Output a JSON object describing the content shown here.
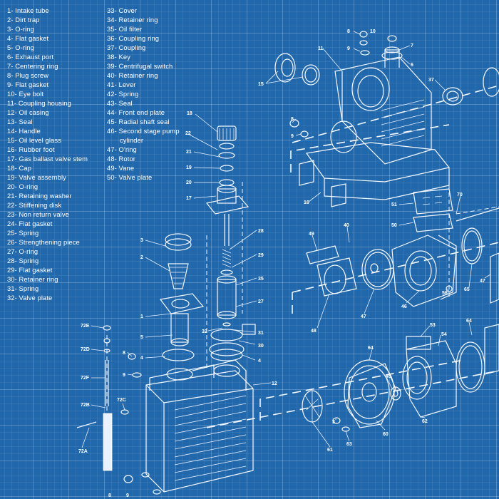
{
  "legend_left": [
    "1- Intake tube",
    "2- Dirt trap",
    "3- O-ring",
    "4- Flat gasket",
    "5- O-ring",
    "6- Exhaust port",
    "7- Centering ring",
    "8- Plug screw",
    "9- Flat gasket",
    "10- Eye bolt",
    "11- Coupling housing",
    "12- Oil casing",
    "13- Seal",
    "14- Handle",
    "15- Oil level glass",
    "16- Rubber foot",
    "17- Gas ballast valve stem",
    "18- Cap",
    "19- Valve assembly",
    "20- O-ring",
    "21- Retaining washer",
    "22- Stiffening disk",
    "23- Non return valve",
    "24- Flat gasket",
    "25- Spring",
    "26- Strengthening piece",
    "27- O-ring",
    "28- Spring",
    "29- Flat gasket",
    "30- Retainer ring",
    "31- Spring",
    "32- Valve plate"
  ],
  "legend_right": [
    "33- Cover",
    "34- Retainer ring",
    "35- Oil filter",
    "36- Coupling ring",
    "37- Coupling",
    "38- Key",
    "39- Centrifugal switch",
    "40- Retainer ring",
    "41- Lever",
    "42- Spring",
    "43- Seal",
    "44- Front end plate",
    "45- Radial shaft seal",
    "46- Second stage pump",
    "cylinder",
    "47- O'ring",
    "48- Rotor",
    "49- Vane",
    "50- Valve plate"
  ],
  "callouts": {
    "c18": "18",
    "c22": "22",
    "c21": "21",
    "c19": "19",
    "c20": "20",
    "c17": "17",
    "c28": "28",
    "c29": "29",
    "c35": "35",
    "c27": "27",
    "c31": "31",
    "c32": "32",
    "c30": "30",
    "c4b": "4",
    "c12": "12",
    "c3": "3",
    "c2": "2",
    "c1": "1",
    "c5": "5",
    "c4": "4",
    "c8a": "8",
    "c9a": "9",
    "c8b": "8",
    "c9b": "9",
    "c72e": "72E",
    "c72d": "72D",
    "c72f": "72F",
    "c72b": "72B",
    "c72a": "72A",
    "c72c": "72C",
    "c8t": "8",
    "c10": "10",
    "c9t": "9",
    "c7": "7",
    "c6": "6",
    "c11": "11",
    "c15": "15",
    "c37": "37",
    "c8m": "8",
    "c9m": "9",
    "c16": "16",
    "c51": "51",
    "c70": "70",
    "c50": "50",
    "c49": "49",
    "c40": "40",
    "c47a": "47",
    "c48": "48",
    "c46": "46",
    "c56": "56",
    "c65": "65",
    "c47b": "47",
    "c53": "53",
    "c54": "54",
    "c64a": "64",
    "c64b": "64",
    "c45": "45",
    "c60": "60",
    "c62": "62",
    "c61": "61",
    "c63": "63",
    "c3b": "3"
  }
}
